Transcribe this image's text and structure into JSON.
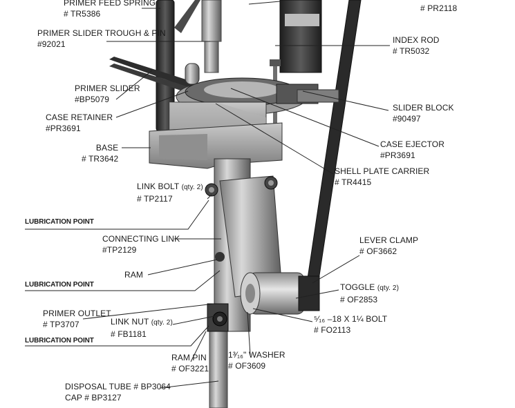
{
  "labels": {
    "primer_feed_spring": {
      "name": "PRIMER FEED SPRING",
      "part": "# TR5386"
    },
    "primer_slider_trough_pin": {
      "name": "PRIMER SLIDER TROUGH & PIN",
      "part": "#92021"
    },
    "top_right_part": {
      "part": "# PR2118"
    },
    "index_rod": {
      "name": "INDEX ROD",
      "part": "# TR5032"
    },
    "primer_slider": {
      "name": "PRIMER SLIDER",
      "part": "#BP5079"
    },
    "case_retainer": {
      "name": "CASE RETAINER",
      "part": "#PR3691"
    },
    "slider_block": {
      "name": "SLIDER BLOCK",
      "part": "#90497"
    },
    "base": {
      "name": "BASE",
      "part": "# TR3642"
    },
    "case_ejector": {
      "name": "CASE EJECTOR",
      "part": "#PR3691"
    },
    "shell_plate_carrier": {
      "name": "SHELL PLATE CARRIER",
      "part": "# TR4415"
    },
    "link_bolt": {
      "name": "LINK BOLT",
      "qty": "(qty. 2)",
      "part": "# TP2117"
    },
    "connecting_link": {
      "name": "CONNECTING LINK",
      "part": "#TP2129"
    },
    "lever_clamp": {
      "name": "LEVER CLAMP",
      "part": "# OF3662"
    },
    "ram": {
      "name": "RAM"
    },
    "toggle": {
      "name": "TOGGLE",
      "qty": "(qty. 2)",
      "part": "# OF2853"
    },
    "primer_outlet": {
      "name": "PRIMER OUTLET",
      "part": "# TP3707"
    },
    "link_nut": {
      "name": "LINK NUT",
      "qty": "(qty. 2)",
      "part": "# FB1181"
    },
    "bolt": {
      "name": "⁵⁄₁₆ –18 X 1¼ BOLT",
      "part": "# FO2113"
    },
    "ram_pin": {
      "name": "RAM PIN",
      "part": "# OF3221"
    },
    "washer": {
      "name": "1³⁄₁₆\" WASHER",
      "part": "# OF3609"
    },
    "disposal_tube": {
      "name": "DISPOSAL TUBE # BP3064",
      "part": "CAP # BP3127"
    }
  },
  "lubrication_label": "LUBRICATION POINT"
}
